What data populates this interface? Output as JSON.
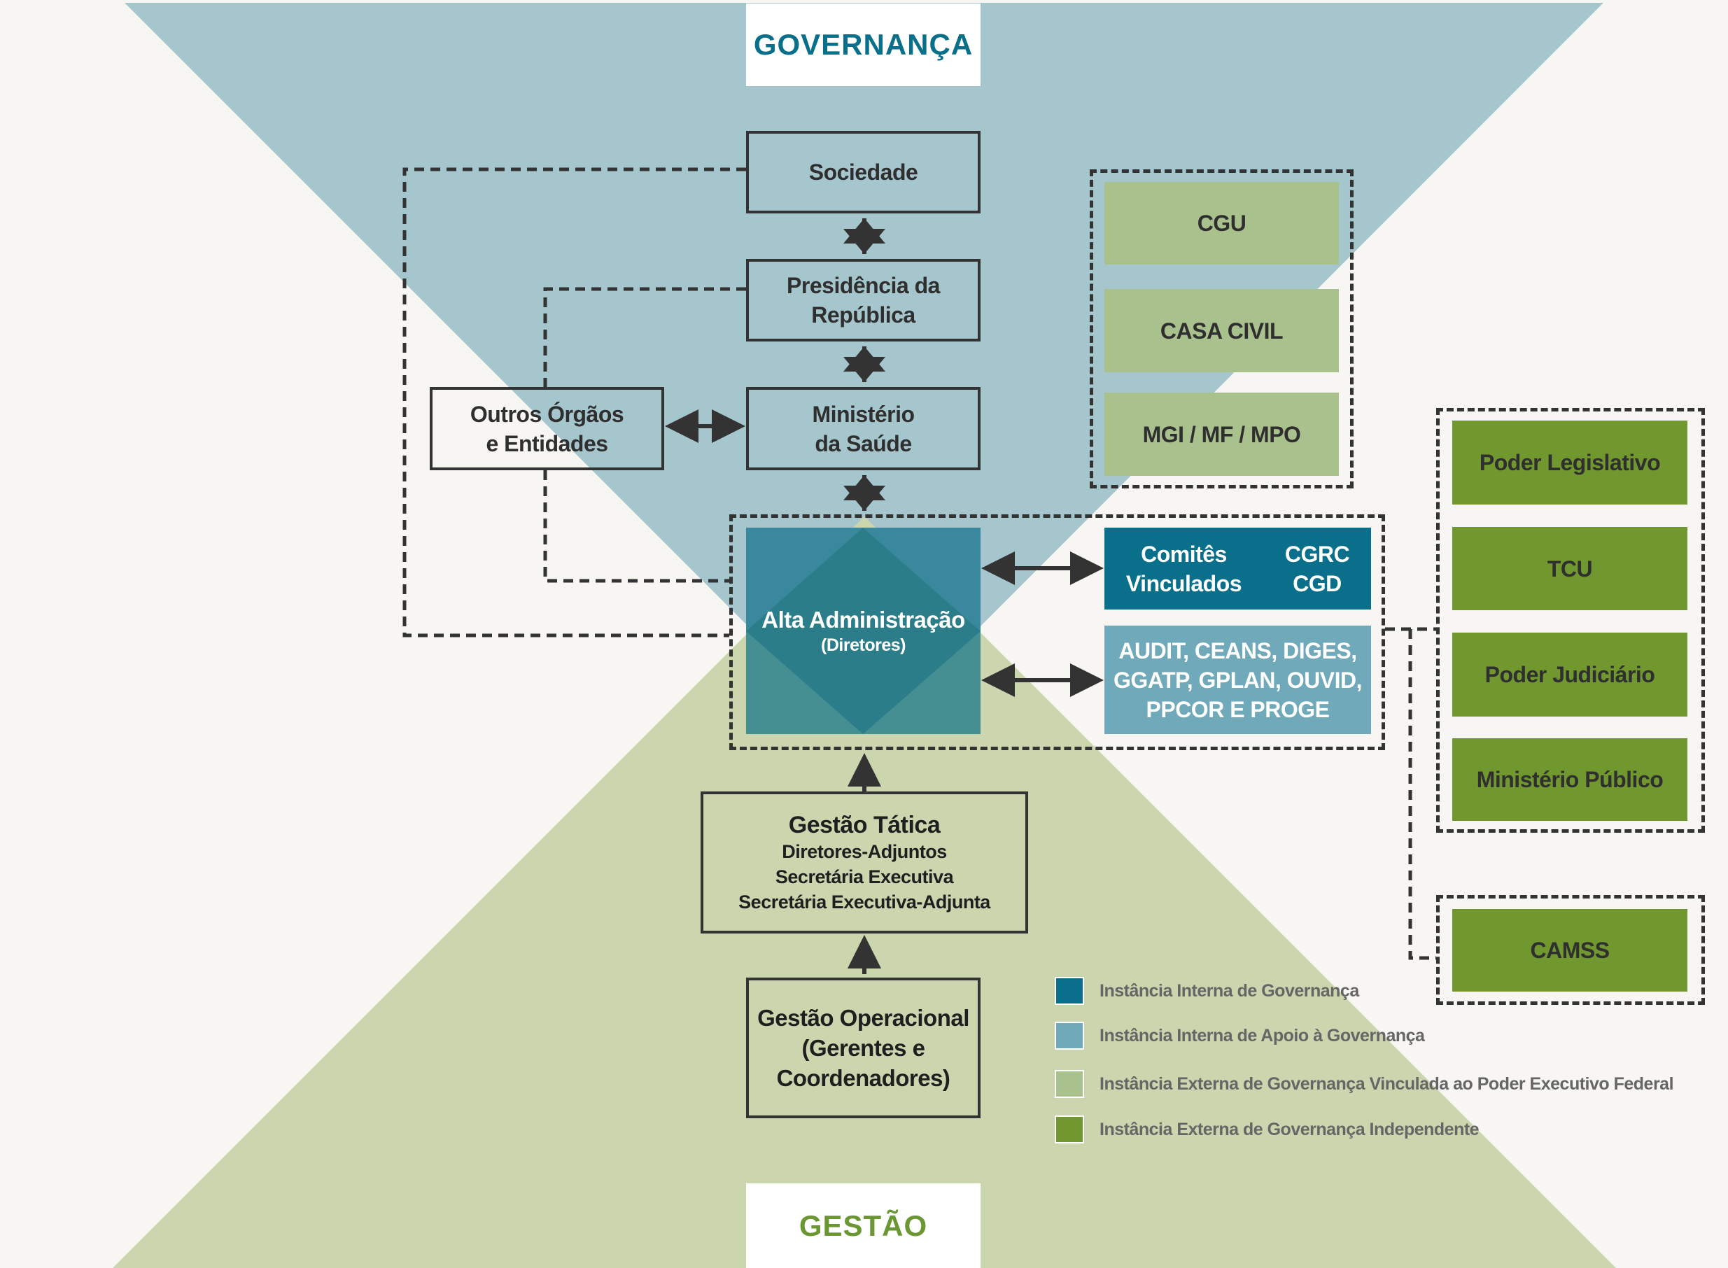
{
  "colors": {
    "background": "#f8f6f2",
    "governance_triangle": "#a6c6cd",
    "management_triangle": "#cbd6ae",
    "internal_governance": "#096f8a",
    "internal_support": "#6fa9ba",
    "external_executive": "#a9c18d",
    "external_independent": "#71972f",
    "alta_admin": "#2f8192",
    "governance_title": "#096f8a",
    "management_title": "#6a9731"
  },
  "headers": {
    "governance": "GOVERNANÇA",
    "management": "GESTÃO"
  },
  "nodes": {
    "sociedade": "Sociedade",
    "presidencia": [
      "Presidência da",
      "República"
    ],
    "outros_orgaos": [
      "Outros Órgãos",
      "e Entidades"
    ],
    "ministerio": [
      "Ministério",
      "da Saúde"
    ],
    "alta_admin": {
      "title": "Alta Administração",
      "subtitle": "(Diretores)"
    },
    "comites": {
      "left": [
        "Comitês",
        "Vinculados"
      ],
      "right": [
        "CGRC",
        "CGD"
      ]
    },
    "apoio": [
      "AUDIT, CEANS, DIGES,",
      "GGATP, GPLAN, OUVID,",
      "PPCOR E PROGE"
    ],
    "gestao_tatica": {
      "title": "Gestão Tática",
      "lines": [
        "Diretores-Adjuntos",
        "Secretária Executiva",
        "Secretária Executiva-Adjunta"
      ]
    },
    "gestao_operacional": [
      "Gestão Operacional",
      "(Gerentes e",
      "Coordenadores)"
    ]
  },
  "external_executive": [
    "CGU",
    "CASA CIVIL",
    "MGI / MF / MPO"
  ],
  "external_independent": [
    "Poder Legislativo",
    "TCU",
    "Poder Judiciário",
    "Ministério Público"
  ],
  "camss": "CAMSS",
  "legend": [
    {
      "label": "Instância Interna de Governança",
      "color": "#096f8a"
    },
    {
      "label": "Instância Interna de Apoio à Governança",
      "color": "#6fa9ba"
    },
    {
      "label": "Instância Externa de Governança Vinculada ao Poder Executivo Federal",
      "color": "#a9c18d"
    },
    {
      "label": "Instância Externa de Governança Independente",
      "color": "#71972f"
    }
  ]
}
